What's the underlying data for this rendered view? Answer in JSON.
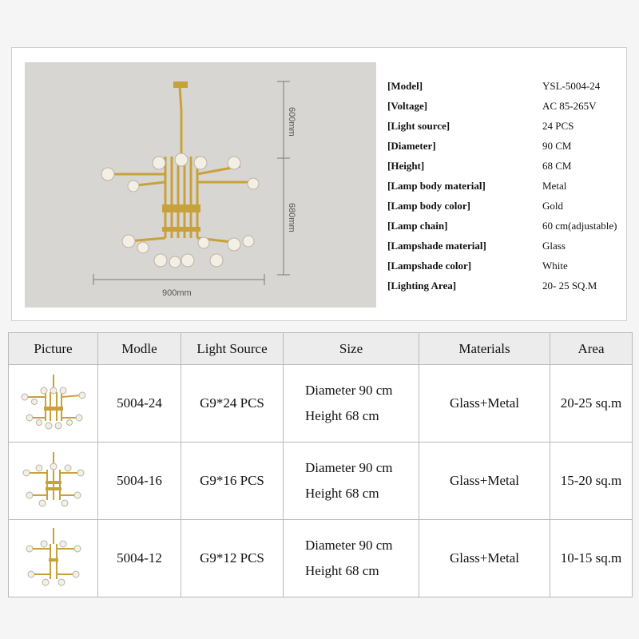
{
  "diagram": {
    "dim_top": "600mm",
    "dim_bottom": "680mm",
    "dim_width": "900mm"
  },
  "specs": [
    {
      "key": "[Model]",
      "value": "YSL-5004-24"
    },
    {
      "key": "[Voltage]",
      "value": "AC 85-265V"
    },
    {
      "key": "[Light source]",
      "value": "24 PCS"
    },
    {
      "key": "[Diameter]",
      "value": "90 CM"
    },
    {
      "key": "[Height]",
      "value": "68 CM"
    },
    {
      "key": "[Lamp body material]",
      "value": "Metal"
    },
    {
      "key": "[Lamp body color]",
      "value": "Gold"
    },
    {
      "key": "[Lamp chain]",
      "value": "60 cm(adjustable)"
    },
    {
      "key": "[Lampshade material]",
      "value": "Glass"
    },
    {
      "key": "[Lampshade color]",
      "value": "White"
    },
    {
      "key": "[Lighting Area]",
      "value": "20- 25 SQ.M"
    }
  ],
  "table": {
    "headers": [
      "Picture",
      "Modle",
      "Light Source",
      "Size",
      "Materials",
      "Area"
    ],
    "rows": [
      {
        "model": "5004-24",
        "source": "G9*24 PCS",
        "size1": "Diameter 90 cm",
        "size2": "Height 68 cm",
        "materials": "Glass+Metal",
        "area": "20-25 sq.m"
      },
      {
        "model": "5004-16",
        "source": "G9*16 PCS",
        "size1": "Diameter 90 cm",
        "size2": "Height 68 cm",
        "materials": "Glass+Metal",
        "area": "15-20 sq.m"
      },
      {
        "model": "5004-12",
        "source": "G9*12 PCS",
        "size1": "Diameter 90 cm",
        "size2": "Height 68 cm",
        "materials": "Glass+Metal",
        "area": "10-15 sq.m"
      }
    ]
  },
  "colors": {
    "gold": "#c9a13a",
    "bulb": "#f4efe4",
    "dimension_line": "#7a7a7a"
  }
}
